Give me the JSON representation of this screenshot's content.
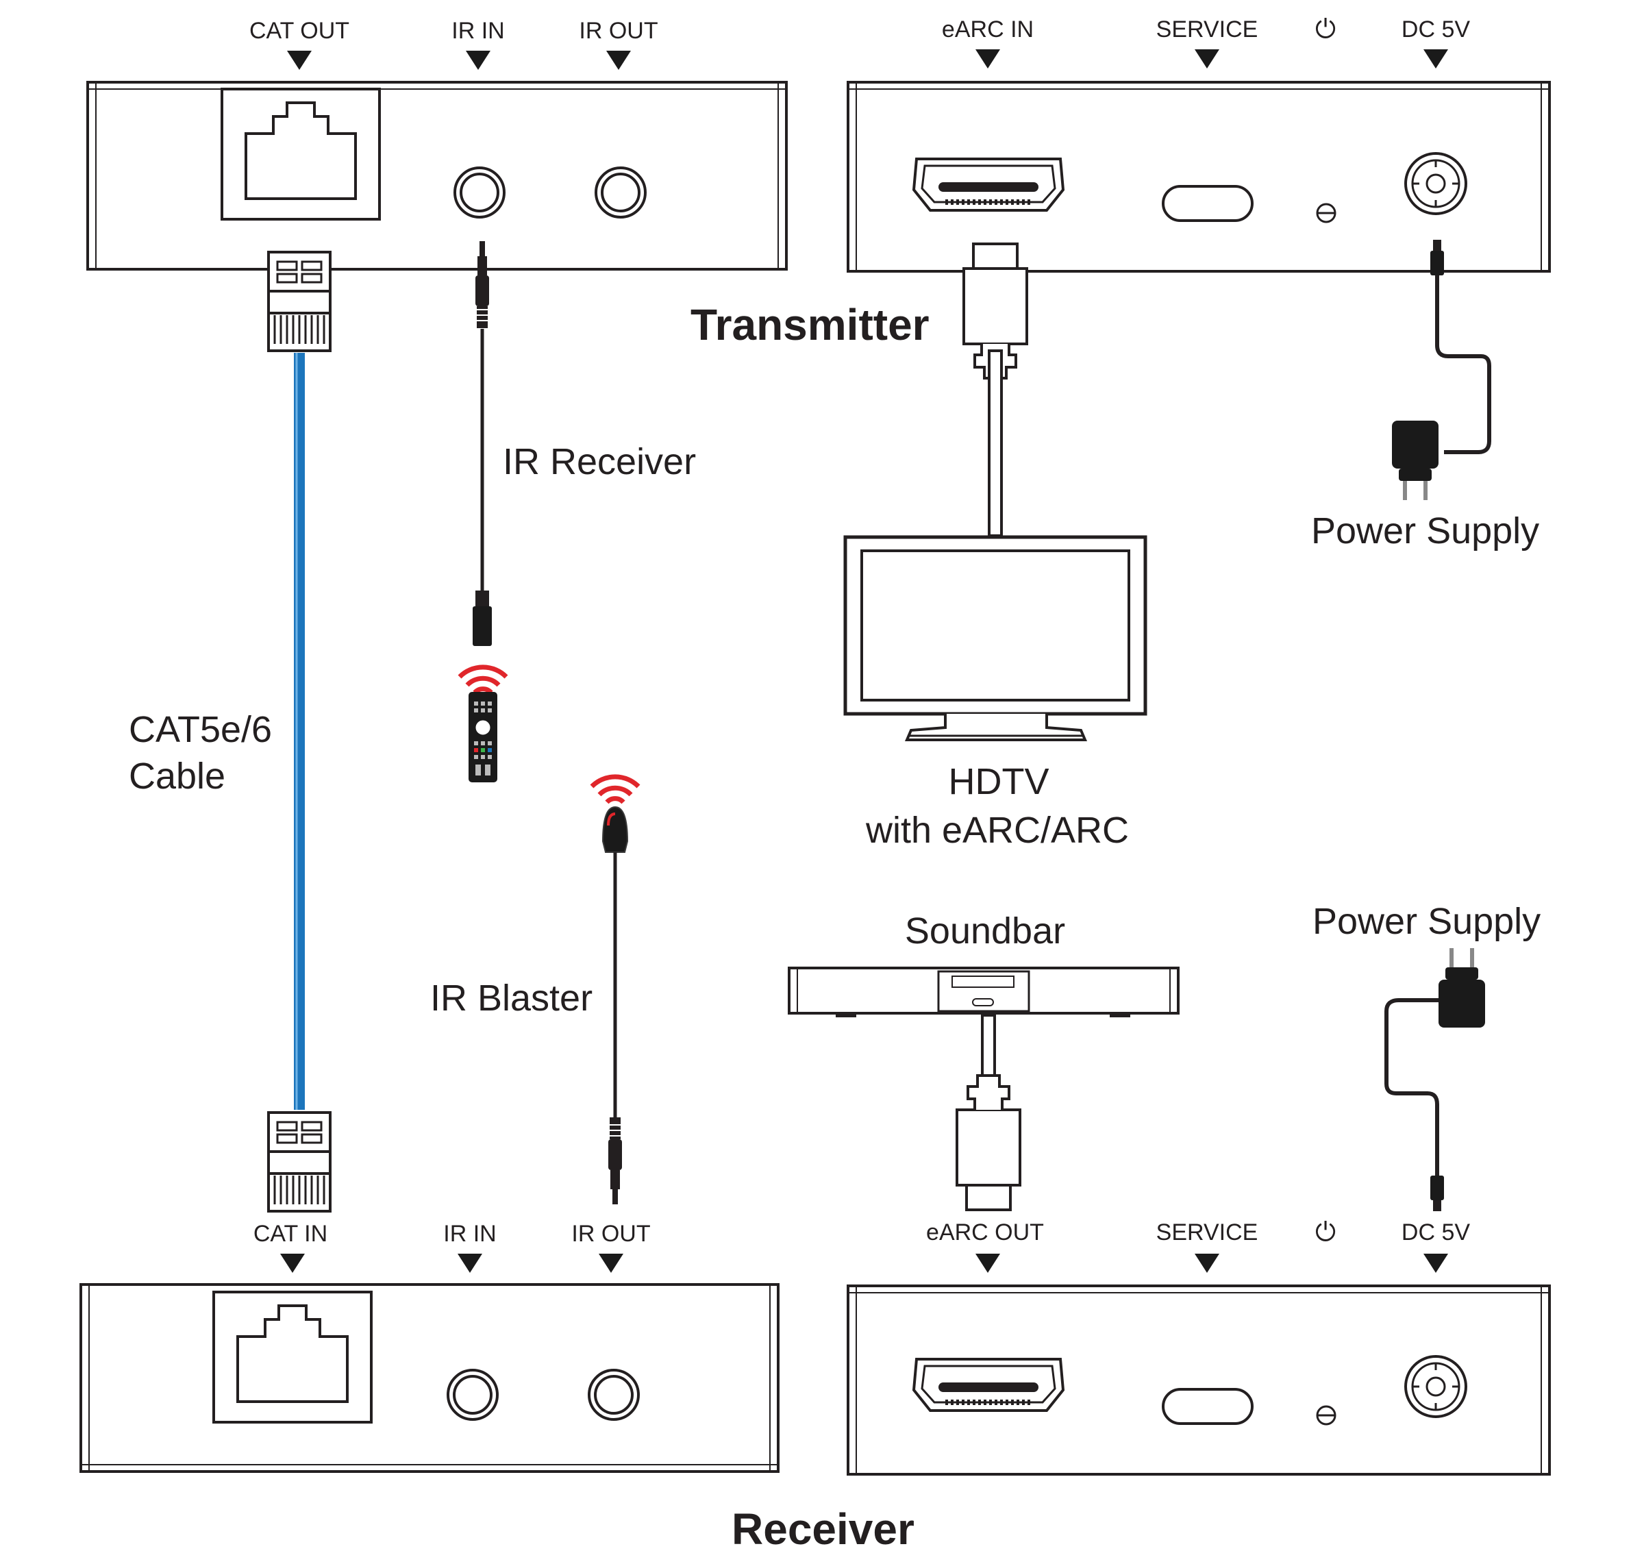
{
  "transmitter": {
    "title": "Transmitter",
    "left_ports": [
      "CAT OUT",
      "IR IN",
      "IR OUT"
    ],
    "right_ports": [
      "eARC IN",
      "SERVICE",
      "DC 5V"
    ]
  },
  "receiver": {
    "title": "Receiver",
    "left_ports": [
      "CAT IN",
      "IR IN",
      "IR OUT"
    ],
    "right_ports": [
      "eARC OUT",
      "SERVICE",
      "DC 5V"
    ]
  },
  "devices": {
    "ir_receiver": "IR Receiver",
    "ir_blaster": "IR Blaster",
    "cable": [
      "CAT5e/6",
      "Cable"
    ],
    "hdtv": [
      "HDTV",
      "with eARC/ARC"
    ],
    "soundbar": "Soundbar",
    "power_supply_top": "Power Supply",
    "power_supply_bottom": "Power Supply"
  },
  "colors": {
    "cat_cable": "#1c75bc",
    "ir_waves": "#e0262b",
    "outline": "#231f20"
  },
  "icons": [
    "power-icon",
    "rj45-port-icon",
    "hdmi-port-icon",
    "ir-jack-icon",
    "dc-jack-icon",
    "remote-control-icon",
    "power-adapter-icon"
  ]
}
